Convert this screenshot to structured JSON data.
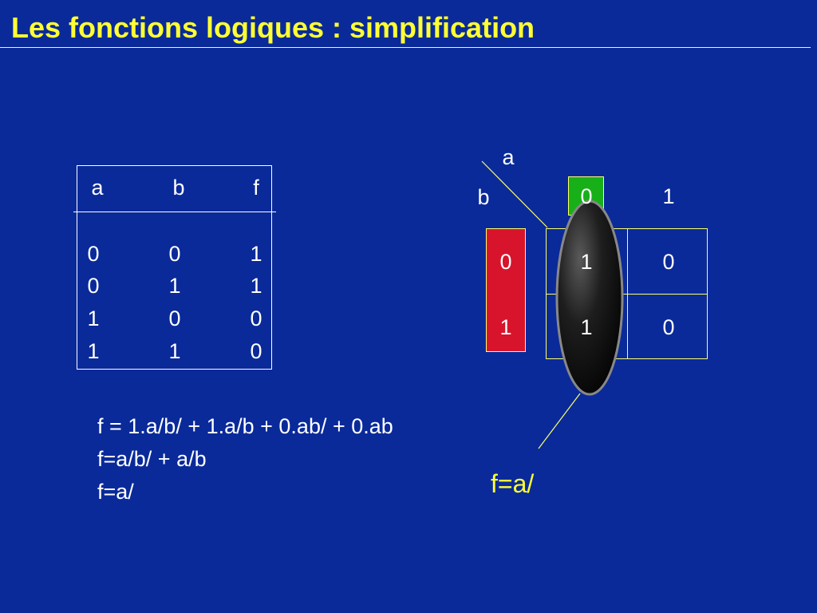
{
  "slide": {
    "title": "Les fonctions logiques : simplification"
  },
  "truth_table": {
    "headers": [
      "a",
      "b",
      "f"
    ],
    "rows": [
      [
        "0",
        "0",
        "1"
      ],
      [
        "0",
        "1",
        "1"
      ],
      [
        "1",
        "0",
        "0"
      ],
      [
        "1",
        "1",
        "0"
      ]
    ]
  },
  "formulas": [
    "f = 1.a/b/ + 1.a/b + 0.ab/ + 0.ab",
    "f=a/b/ + a/b",
    "f=a/"
  ],
  "kmap": {
    "var_col": "a",
    "var_row": "b",
    "col_headers": [
      "0",
      "1"
    ],
    "row_headers": [
      "0",
      "1"
    ],
    "cells": [
      [
        "1",
        "0"
      ],
      [
        "1",
        "0"
      ]
    ],
    "result": "f=a/",
    "colors": {
      "col0_highlight": "#18b018",
      "row_highlight": "#d8142c",
      "group_oval": "#1a1a1a",
      "grid_lines": "#ffff66"
    }
  },
  "colors": {
    "background": "#0a2a9a",
    "title": "#ffff33",
    "text": "#ffffff"
  }
}
